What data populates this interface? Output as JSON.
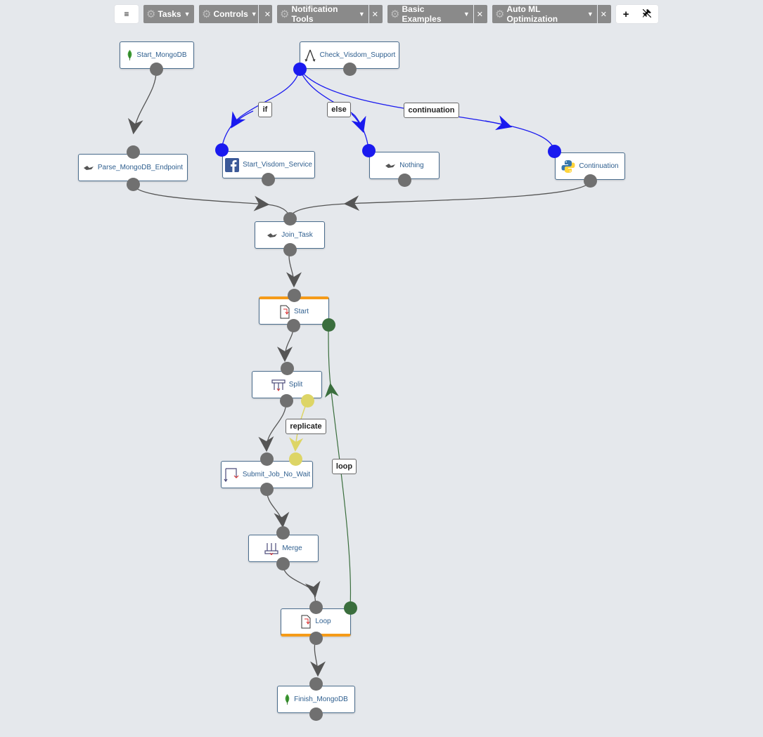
{
  "toolbar": {
    "left_icon": "menu-icon",
    "menus": [
      {
        "label": "Tasks",
        "closable": false
      },
      {
        "label": "Controls",
        "closable": true
      },
      {
        "label": "Notification Tools",
        "closable": true
      },
      {
        "label": "Basic Examples",
        "closable": true
      },
      {
        "label": "Auto ML Optimization",
        "closable": true
      }
    ],
    "add_icon": "plus-icon",
    "pin_icon": "pin-icon"
  },
  "nodes": {
    "start_mongodb": {
      "label": "Start_MongoDB",
      "icon": "mongodb-leaf-icon"
    },
    "check_visdom_support": {
      "label": "Check_Visdom_Support",
      "icon": "branch-icon"
    },
    "parse_mongodb_endpoint": {
      "label": "Parse_MongoDB_Endpoint",
      "icon": "task-icon"
    },
    "start_visdom_service": {
      "label": "Start_Visdom_Service",
      "icon": "facebook-icon"
    },
    "nothing": {
      "label": "Nothing",
      "icon": "task-icon"
    },
    "continuation": {
      "label": "Continuation",
      "icon": "python-icon"
    },
    "join_task": {
      "label": "Join_Task",
      "icon": "task-icon"
    },
    "start": {
      "label": "Start",
      "icon": "loop-start-icon"
    },
    "split": {
      "label": "Split",
      "icon": "split-icon"
    },
    "submit_job_no_wait": {
      "label": "Submit_Job_No_Wait",
      "icon": "submit-icon"
    },
    "merge": {
      "label": "Merge",
      "icon": "merge-icon"
    },
    "loop": {
      "label": "Loop",
      "icon": "loop-end-icon"
    },
    "finish_mongodb": {
      "label": "Finish_MongoDB",
      "icon": "mongodb-leaf-icon"
    }
  },
  "edge_labels": {
    "if": "if",
    "else": "else",
    "continuation": "continuation",
    "replicate": "replicate",
    "loop": "loop"
  },
  "colors": {
    "flow_edge": "#555555",
    "branch_edge": "#1a1aef",
    "loop_edge": "#3a6e3d",
    "replicate_edge": "#ddd566",
    "control_marker": "#f59b19",
    "node_text": "#2f5f8f"
  }
}
